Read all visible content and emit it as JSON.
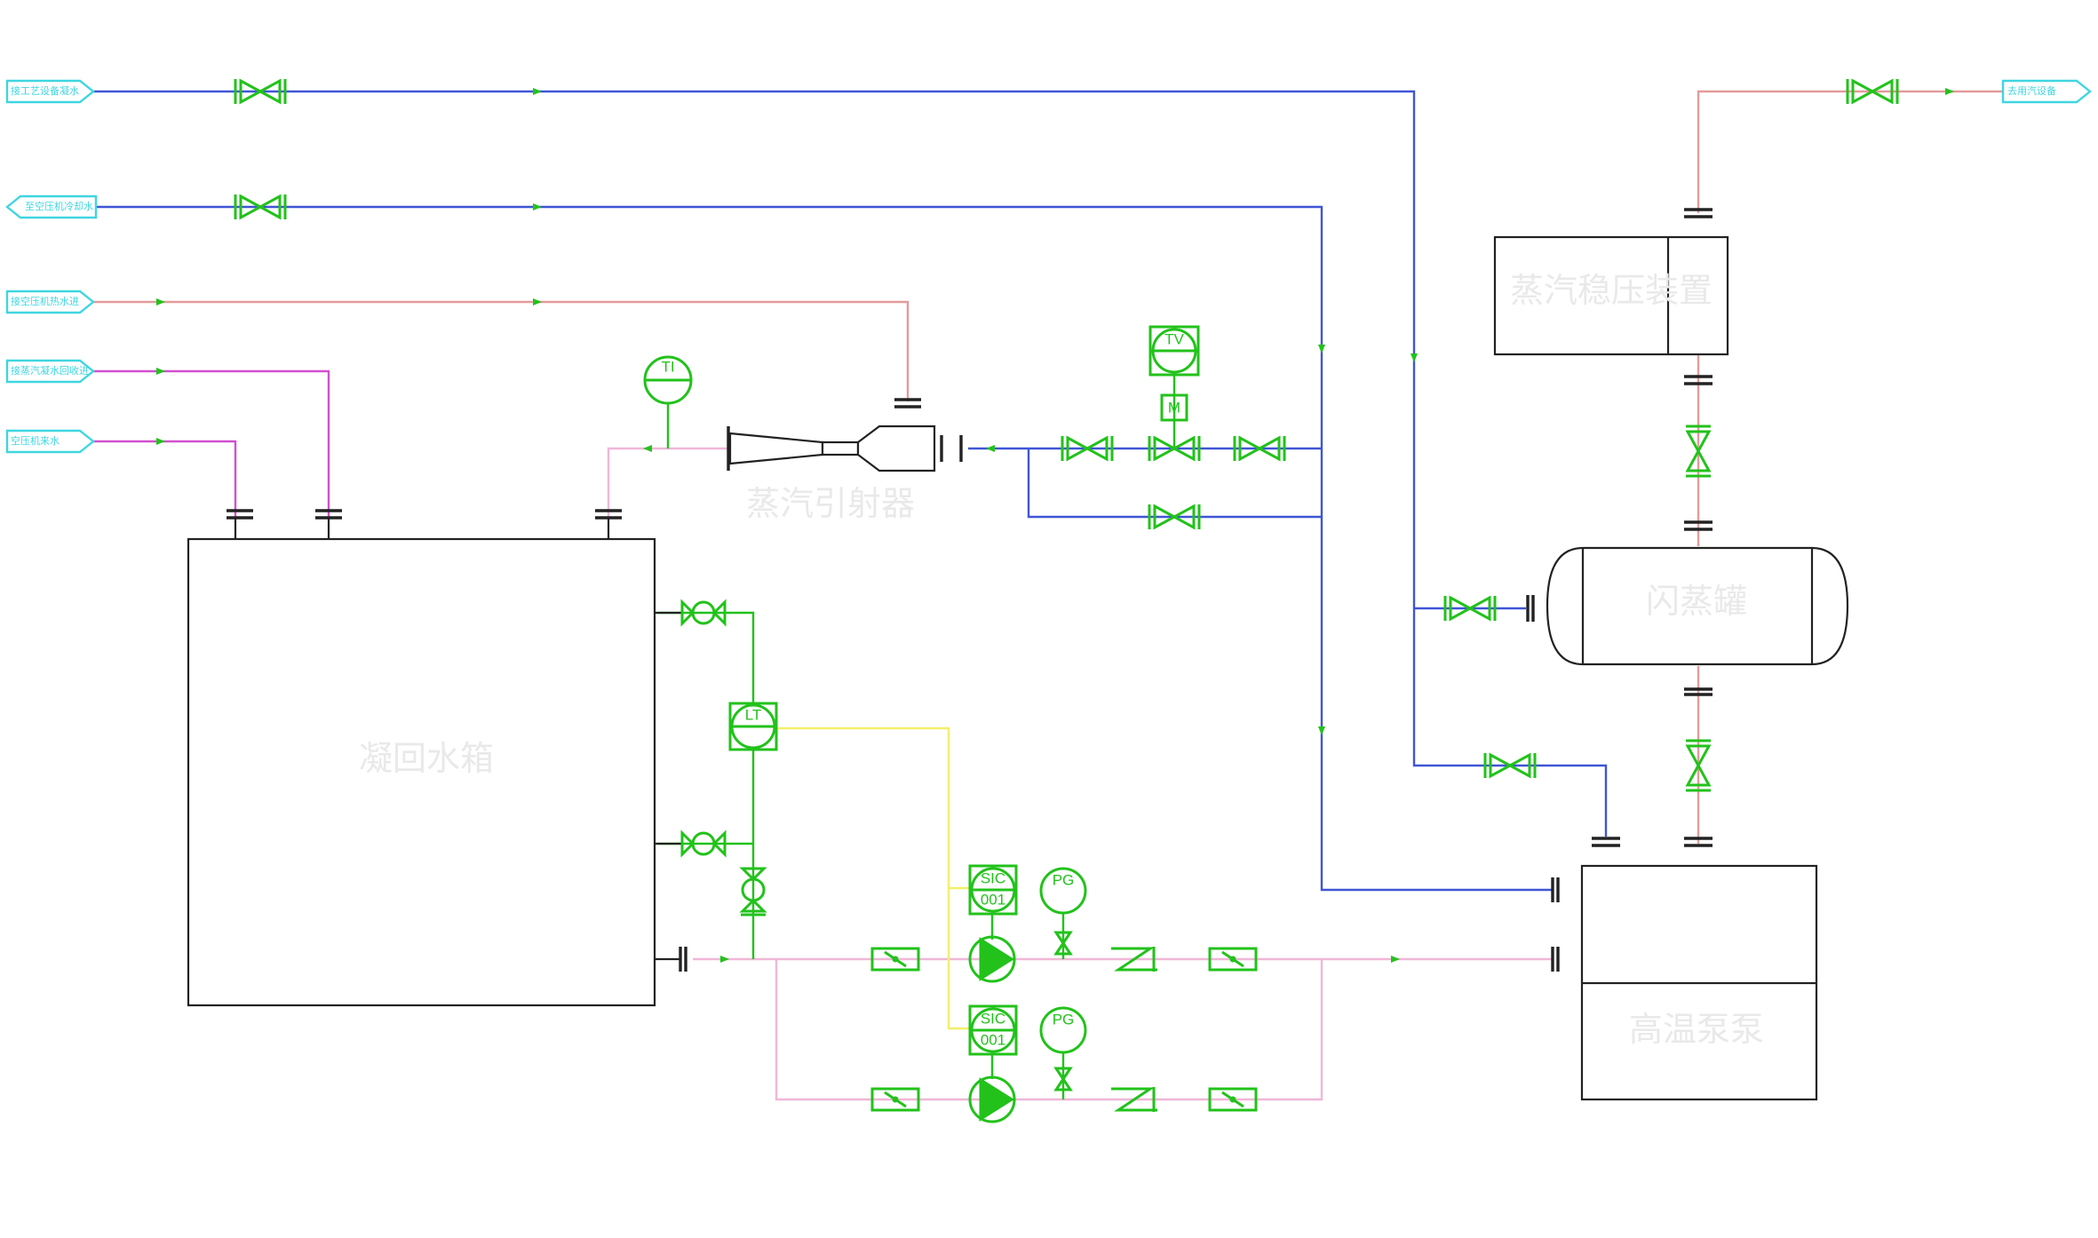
{
  "vessels": {
    "water_tank": "凝回水箱",
    "steam_ejector": "蒸汽引射器",
    "steam_drum": "蒸汽稳压装置",
    "flash_tank": "闪蒸罐",
    "hp_pump_unit": "高温泵泵"
  },
  "terminals": {
    "t1": "接工艺设备凝水",
    "t2": "至空压机冷却水",
    "t3": "接空压机热水进",
    "t4": "接蒸汽凝水回收进",
    "t5": "空压机来水",
    "t6": "去用汽设备"
  },
  "instruments": {
    "ti": "TI",
    "tv": "TV",
    "m": "M",
    "lt": "LT",
    "sic1_top": "SIC",
    "sic1_bot": "001",
    "sic2_top": "SIC",
    "sic2_bot": "001",
    "pg1": "PG",
    "pg2": "PG"
  },
  "colors": {
    "instrument_green": "#22c21b",
    "blue_line": "#3f55d6",
    "red_line": "#e49a9a",
    "magenta_line": "#d24fd0",
    "pink_line": "#f0b6d8",
    "yellow_signal": "#f2ef6a",
    "terminal_cyan": "#3fd6e0",
    "vessel_outline": "#222222"
  }
}
